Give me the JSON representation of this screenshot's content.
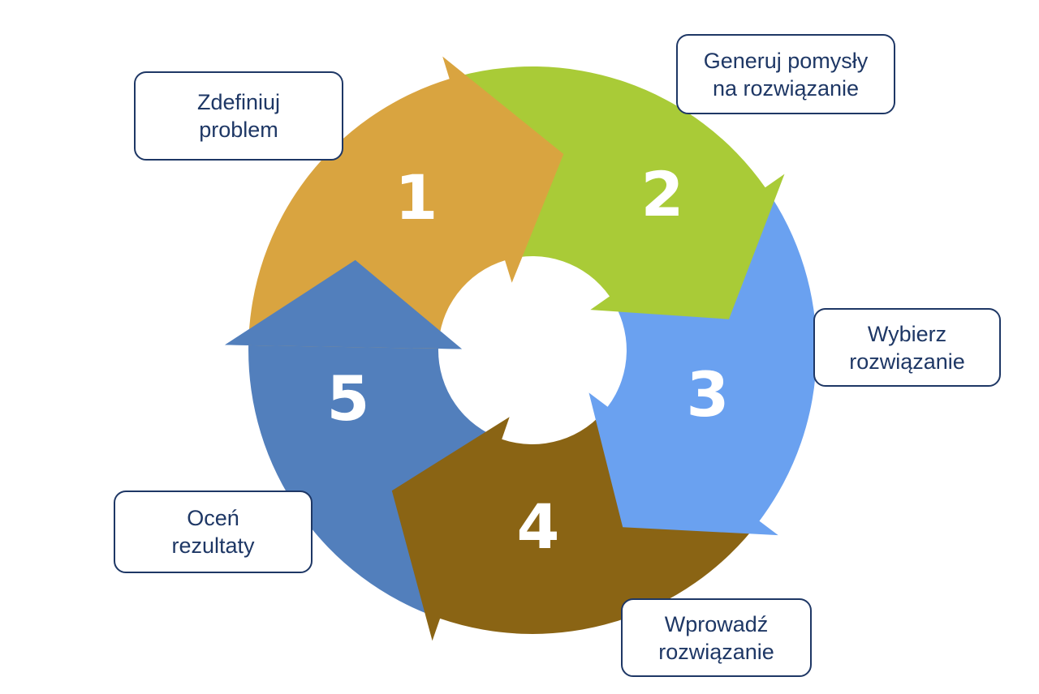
{
  "diagram": {
    "type": "cycle",
    "description": "Five-step problem-solving cycle with clockwise circular arrows",
    "background_color": "#FFFFFF",
    "text_color": "#1E3765",
    "box_border_color": "#1E3765",
    "number_color": "#FFFFFF",
    "segments": [
      {
        "number": "1",
        "label": "Zdefiniuj problem",
        "label_lines": [
          "Zdefiniuj",
          "problem"
        ],
        "color": "#D9A440"
      },
      {
        "number": "2",
        "label": "Generuj pomysły na rozwiązanie",
        "label_lines": [
          "Generuj pomysły",
          "na rozwiązanie"
        ],
        "color": "#A9CB37"
      },
      {
        "number": "3",
        "label": "Wybierz rozwiązanie",
        "label_lines": [
          "Wybierz",
          "rozwiązanie"
        ],
        "color": "#6AA1F0"
      },
      {
        "number": "4",
        "label": "Wprowadź rozwiązanie",
        "label_lines": [
          "Wprowadź",
          "rozwiązanie"
        ],
        "color": "#8A6414"
      },
      {
        "number": "5",
        "label": "Oceń rezultaty",
        "label_lines": [
          "Oceń",
          "rezultaty"
        ],
        "color": "#527FBC"
      }
    ]
  }
}
